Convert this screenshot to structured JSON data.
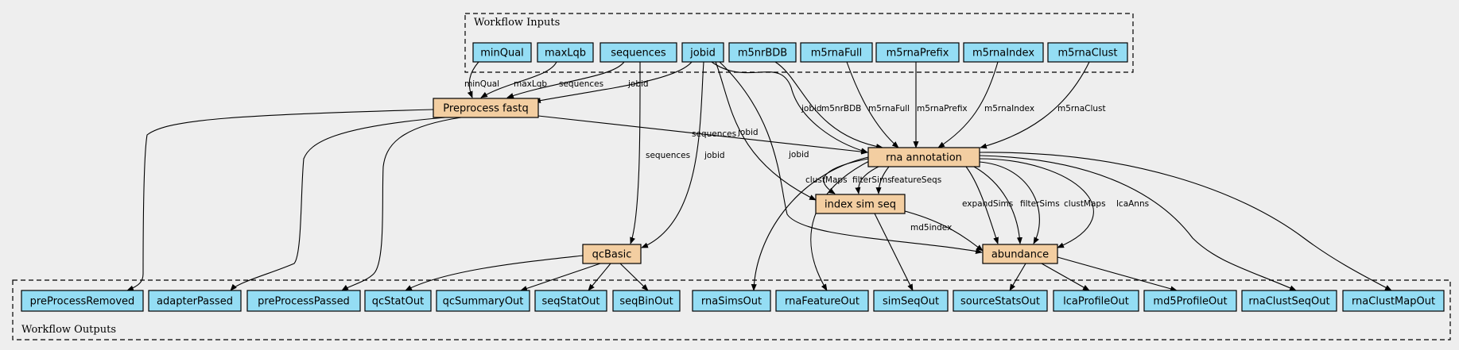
{
  "colors": {
    "input": "#94ddf4",
    "step": "#f3cea1",
    "output": "#94ddf4",
    "background": "#eeeeee"
  },
  "clusters": {
    "inputs_label": "Workflow Inputs",
    "outputs_label": "Workflow Outputs"
  },
  "inputs": [
    {
      "id": "minQual",
      "label": "minQual"
    },
    {
      "id": "maxLqb",
      "label": "maxLqb"
    },
    {
      "id": "sequences",
      "label": "sequences"
    },
    {
      "id": "jobid",
      "label": "jobid"
    },
    {
      "id": "m5nrBDB",
      "label": "m5nrBDB"
    },
    {
      "id": "m5rnaFull",
      "label": "m5rnaFull"
    },
    {
      "id": "m5rnaPrefix",
      "label": "m5rnaPrefix"
    },
    {
      "id": "m5rnaIndex",
      "label": "m5rnaIndex"
    },
    {
      "id": "m5rnaClust",
      "label": "m5rnaClust"
    }
  ],
  "steps": [
    {
      "id": "preprocess",
      "label": "Preprocess fastq"
    },
    {
      "id": "rna",
      "label": "rna annotation"
    },
    {
      "id": "index",
      "label": "index sim seq"
    },
    {
      "id": "qcbasic",
      "label": "qcBasic"
    },
    {
      "id": "abundance",
      "label": "abundance"
    }
  ],
  "outputs": [
    {
      "id": "preProcessRemoved",
      "label": "preProcessRemoved"
    },
    {
      "id": "adapterPassed",
      "label": "adapterPassed"
    },
    {
      "id": "preProcessPassed",
      "label": "preProcessPassed"
    },
    {
      "id": "qcStatOut",
      "label": "qcStatOut"
    },
    {
      "id": "qcSummaryOut",
      "label": "qcSummaryOut"
    },
    {
      "id": "seqStatOut",
      "label": "seqStatOut"
    },
    {
      "id": "seqBinOut",
      "label": "seqBinOut"
    },
    {
      "id": "rnaSimsOut",
      "label": "rnaSimsOut"
    },
    {
      "id": "rnaFeatureOut",
      "label": "rnaFeatureOut"
    },
    {
      "id": "simSeqOut",
      "label": "simSeqOut"
    },
    {
      "id": "sourceStatsOut",
      "label": "sourceStatsOut"
    },
    {
      "id": "lcaProfileOut",
      "label": "lcaProfileOut"
    },
    {
      "id": "md5ProfileOut",
      "label": "md5ProfileOut"
    },
    {
      "id": "rnaClustSeqOut",
      "label": "rnaClustSeqOut"
    },
    {
      "id": "rnaClustMapOut",
      "label": "rnaClustMapOut"
    }
  ],
  "edges": [
    {
      "from": "minQual",
      "to": "preprocess",
      "label": "minQual"
    },
    {
      "from": "maxLqb",
      "to": "preprocess",
      "label": "maxLqb"
    },
    {
      "from": "sequences",
      "to": "preprocess",
      "label": "sequences"
    },
    {
      "from": "jobid",
      "to": "preprocess",
      "label": "jobid"
    },
    {
      "from": "sequences",
      "to": "qcbasic",
      "label": "sequences"
    },
    {
      "from": "jobid",
      "to": "qcbasic",
      "label": "jobid"
    },
    {
      "from": "jobid",
      "to": "rna",
      "label": "jobid"
    },
    {
      "from": "jobid",
      "to": "index",
      "label": "jobid"
    },
    {
      "from": "jobid",
      "to": "abundance",
      "label": "jobid"
    },
    {
      "from": "m5nrBDB",
      "to": "rna",
      "label": "m5nrBDB"
    },
    {
      "from": "m5rnaFull",
      "to": "rna",
      "label": "m5rnaFull"
    },
    {
      "from": "m5rnaPrefix",
      "to": "rna",
      "label": "m5rnaPrefix"
    },
    {
      "from": "m5rnaIndex",
      "to": "rna",
      "label": "m5rnaIndex"
    },
    {
      "from": "m5rnaClust",
      "to": "rna",
      "label": "m5rnaClust"
    },
    {
      "from": "preprocess",
      "to": "rna",
      "label": "sequences"
    },
    {
      "from": "rna",
      "to": "index",
      "label": "clustMaps"
    },
    {
      "from": "rna",
      "to": "index",
      "label": "filterSims"
    },
    {
      "from": "rna",
      "to": "index",
      "label": "featureSeqs"
    },
    {
      "from": "rna",
      "to": "abundance",
      "label": "expandSims"
    },
    {
      "from": "rna",
      "to": "abundance",
      "label": "filterSims"
    },
    {
      "from": "rna",
      "to": "abundance",
      "label": "clustMaps"
    },
    {
      "from": "rna",
      "to": "abundance",
      "label": "lcaAnns"
    },
    {
      "from": "index",
      "to": "abundance",
      "label": "md5index"
    },
    {
      "from": "preprocess",
      "to": "preProcessRemoved",
      "label": ""
    },
    {
      "from": "preprocess",
      "to": "adapterPassed",
      "label": ""
    },
    {
      "from": "preprocess",
      "to": "preProcessPassed",
      "label": ""
    },
    {
      "from": "qcbasic",
      "to": "qcStatOut",
      "label": ""
    },
    {
      "from": "qcbasic",
      "to": "qcSummaryOut",
      "label": ""
    },
    {
      "from": "qcbasic",
      "to": "seqStatOut",
      "label": ""
    },
    {
      "from": "qcbasic",
      "to": "seqBinOut",
      "label": ""
    },
    {
      "from": "rna",
      "to": "rnaSimsOut",
      "label": ""
    },
    {
      "from": "rna",
      "to": "rnaFeatureOut",
      "label": ""
    },
    {
      "from": "rna",
      "to": "rnaClustSeqOut",
      "label": ""
    },
    {
      "from": "rna",
      "to": "rnaClustMapOut",
      "label": ""
    },
    {
      "from": "index",
      "to": "simSeqOut",
      "label": ""
    },
    {
      "from": "abundance",
      "to": "sourceStatsOut",
      "label": ""
    },
    {
      "from": "abundance",
      "to": "lcaProfileOut",
      "label": ""
    },
    {
      "from": "abundance",
      "to": "md5ProfileOut",
      "label": ""
    }
  ]
}
